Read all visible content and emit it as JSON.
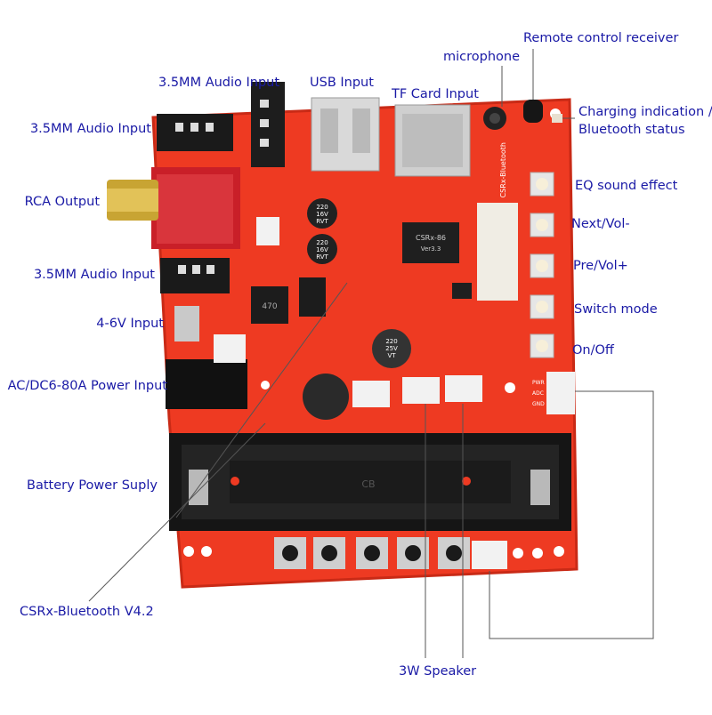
{
  "board": {
    "pcb_color": "#ee3a22",
    "pcb_edge_color": "#c92a16",
    "label_color": "#1a1aa6",
    "leader_color": "#555555",
    "chip_marking": "CSRx-86",
    "chip_version": "Ver3.3",
    "module_silkscreen": "CSRx-Bluetooth",
    "cap1_marking": [
      "220",
      "16V",
      "RVT"
    ],
    "cap2_marking": [
      "220",
      "16V",
      "RVT"
    ],
    "cap3_marking": [
      "220",
      "25V",
      "VT"
    ],
    "inductor_marking": "470",
    "battery_holder_marking": "CB",
    "pad_labels": [
      "PWR",
      "ADC",
      "GND"
    ]
  },
  "labels": {
    "remote_receiver": "Remote control receiver",
    "microphone": "microphone",
    "charging_line1": "Charging indication /",
    "charging_line2": "Bluetooth status",
    "usb_input": "USB Input",
    "tf_card_input": "TF Card Input",
    "audio_input_top": "3.5MM Audio Input",
    "audio_input_left": "3.5MM Audio Input",
    "rca_output": "RCA Output",
    "audio_input_mid": "3.5MM Audio Input",
    "dc_input": "4-6V Input",
    "power_input": "AC/DC6-80A Power Input",
    "battery": "Battery Power Suply",
    "bluetooth": "CSRx-Bluetooth V4.2",
    "speaker": "3W Speaker",
    "eq": "EQ sound effect",
    "next": "Next/Vol-",
    "prev": "Pre/Vol+",
    "switch_mode": "Switch mode",
    "onoff": "On/Off"
  }
}
